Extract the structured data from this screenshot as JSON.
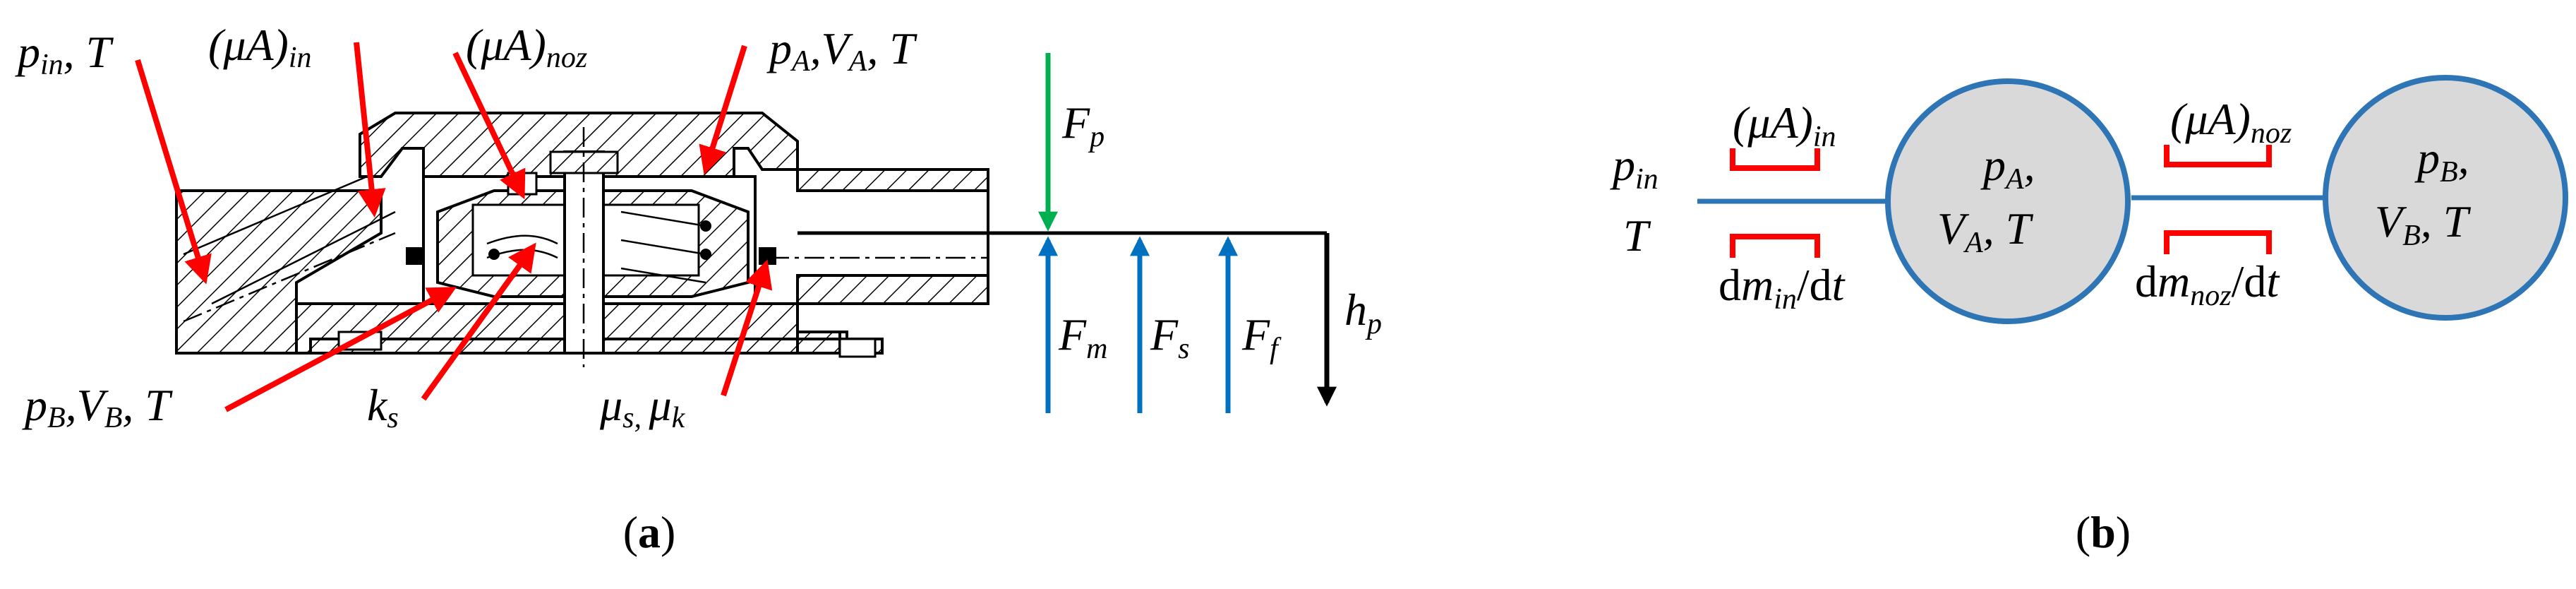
{
  "panel_a": {
    "caption_open": "(",
    "caption_letter": "a",
    "caption_close": ")",
    "labels": {
      "p_in": "p",
      "p_in_sub": "in",
      "p_in_rest": ", T",
      "muA_in": "(μA)",
      "muA_in_sub": "in",
      "muA_noz": "(μA)",
      "muA_noz_sub": "noz",
      "pA": "p",
      "pA_sub": "A",
      "pA_comma": ",V",
      "VA_sub": "A",
      "pA_rest": ", T",
      "pB": "p",
      "pB_sub": "B",
      "pB_comma": ",V",
      "VB_sub": "B",
      "pB_rest": ", T",
      "ks": "k",
      "ks_sub": "s",
      "mu_s": "μ",
      "mu_s_sub": "s, ",
      "mu_k": "μ",
      "mu_k_sub": "k",
      "Fp": "F",
      "Fp_sub": "p",
      "Fm": "F",
      "Fm_sub": "m",
      "Fs": "F",
      "Fs_sub": "s",
      "Ff": "F",
      "Ff_sub": "f",
      "hp": "h",
      "hp_sub": "p"
    }
  },
  "panel_b": {
    "caption_open": "(",
    "caption_letter": "b",
    "caption_close": ")",
    "labels": {
      "p_in": "p",
      "p_in_sub": "in",
      "T": "T",
      "muA_in": "(μA)",
      "muA_in_sub": "in",
      "muA_noz": "(μA)",
      "muA_noz_sub": "noz",
      "dmin_d": "d",
      "dmin_m": "m",
      "dmin_sub": "in",
      "dmin_rest": "/d",
      "dmin_t": "t",
      "dmnoz_d": "d",
      "dmnoz_m": "m",
      "dmnoz_sub": "noz",
      "dmnoz_rest": "/d",
      "dmnoz_t": "t",
      "A_p": "p",
      "A_p_sub": "A",
      "A_comma": ",",
      "A_V": "V",
      "A_V_sub": "A",
      "A_T": ",  T",
      "B_p": "p",
      "B_p_sub": "B",
      "B_comma": ",",
      "B_V": "V",
      "B_V_sub": "B",
      "B_T": ",  T"
    }
  },
  "colors": {
    "pointer_red": "#ff0000",
    "force_green": "#00b050",
    "force_blue": "#0070c0",
    "chamber_fill": "#d9d9d9",
    "chamber_stroke": "#2e75b6",
    "black": "#000000"
  }
}
